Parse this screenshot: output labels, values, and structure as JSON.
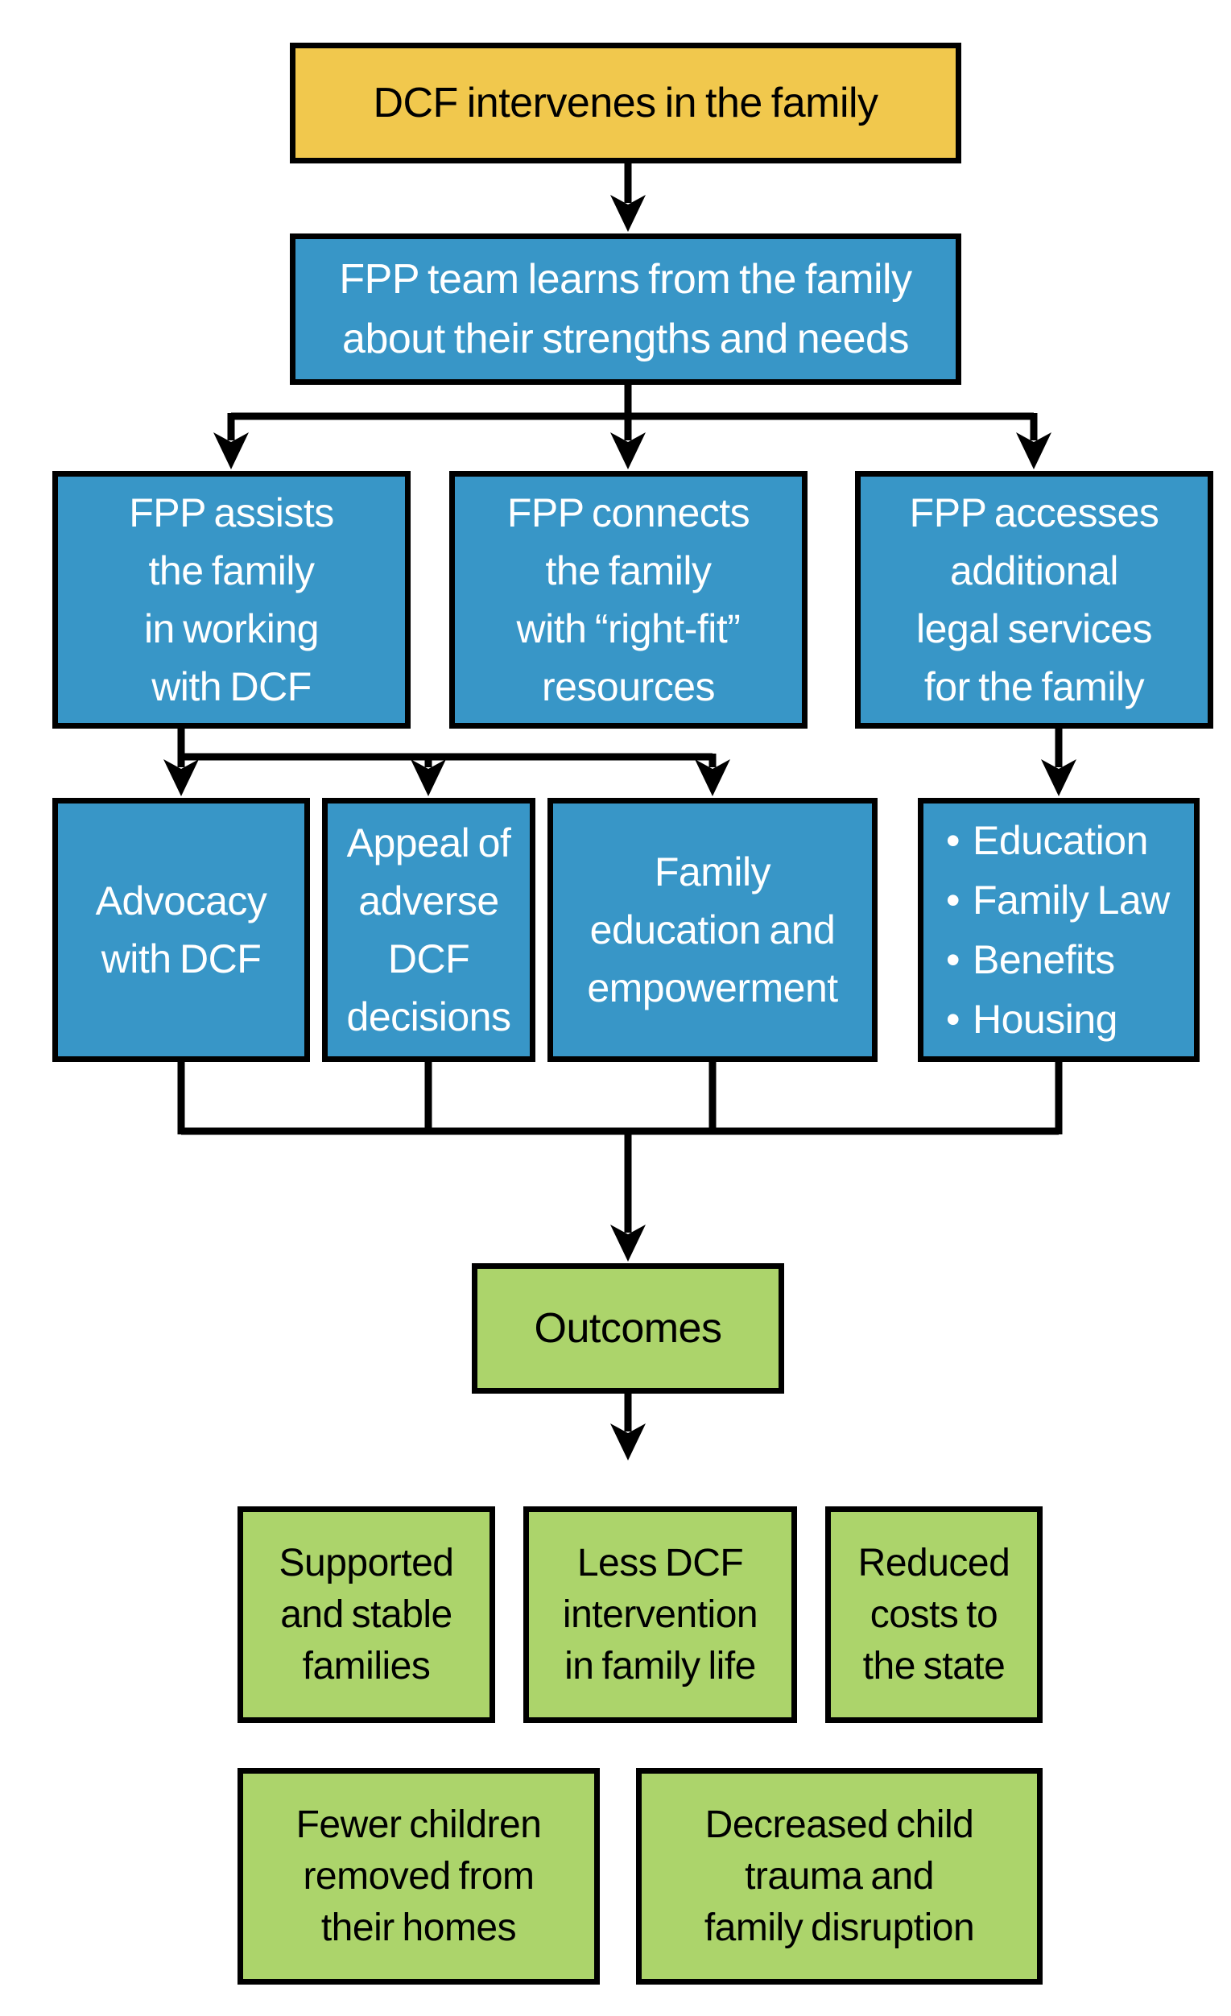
{
  "colors": {
    "background": "#FFFFFF",
    "box_yellow": "#F1C84D",
    "box_blue": "#3896C7",
    "box_green": "#ACD46B",
    "line": "#000000",
    "text_light": "#FFFFFF",
    "text_dark": "#000000"
  },
  "flow": {
    "start": "DCF intervenes in the family",
    "learn": "FPP team learns from the family\nabout their strengths and needs",
    "branches": [
      "FPP assists\nthe family\nin working\nwith DCF",
      "FPP connects\nthe family\nwith “right-fit”\nresources",
      "FPP accesses\nadditional\nlegal services\nfor the family"
    ],
    "services": [
      "Advocacy\nwith DCF",
      "Appeal of\nadverse\nDCF\ndecisions",
      "Family\neducation and\nempowerment"
    ],
    "legal_bullet": "•",
    "legal_items": [
      "Education",
      "Family Law",
      "Benefits",
      "Housing"
    ],
    "outcomes_title": "Outcomes",
    "outcomes": [
      "Supported\nand stable\nfamilies",
      "Less DCF\nintervention\nin family life",
      "Reduced\ncosts to\nthe state",
      "Fewer children\nremoved from\ntheir homes",
      "Decreased child\ntrauma and\nfamily disruption"
    ]
  }
}
